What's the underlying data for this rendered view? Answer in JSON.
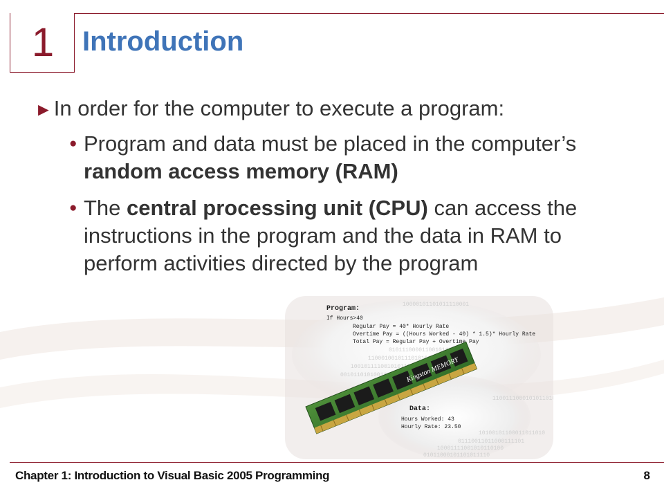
{
  "chapter_number": "1",
  "title": "Introduction",
  "intro": {
    "marker_icon": "right-pointer-icon",
    "text": "In order for the computer to execute a program:"
  },
  "bullets": [
    {
      "marker_icon": "bullet-dot-icon",
      "before": "Program and data must be placed in the computer’s ",
      "bold": "random access memory (RAM)",
      "after": ""
    },
    {
      "marker_icon": "bullet-dot-icon",
      "before": "The ",
      "bold": "central processing unit (CPU)",
      "after": " can access the instructions in the program and the data in RAM to perform activities directed by the program"
    }
  ],
  "illustration": {
    "program_heading": "Program:",
    "program_lines": [
      "If Hours>40",
      "Regular Pay = 40* Hourly Rate",
      "Overtime Pay = ((Hours Worked - 40) * 1.5)* Hourly Rate",
      "Total Pay = Regular Pay + Overtime Pay"
    ],
    "data_heading": "Data:",
    "data_lines": [
      "Hours Worked: 43",
      "Hourly Rate: 23.50"
    ],
    "module_label": "Kingston MEMORY",
    "binary_rows": [
      "10000101101011110001",
      "01011100001100101101",
      "11000100101110101001",
      "10010111100101011011",
      "00101101010011101011",
      "11001110001010110101",
      "10100101100011011010",
      "01110011011000111101",
      "10001111001010110100",
      "01011000101101011110"
    ]
  },
  "footer": {
    "chapter_text": "Chapter 1: Introduction to Visual Basic 2005 Programming",
    "page_number": "8"
  },
  "colors": {
    "accent": "#8b1a2b",
    "title": "#3f74b8",
    "text": "#333333"
  }
}
